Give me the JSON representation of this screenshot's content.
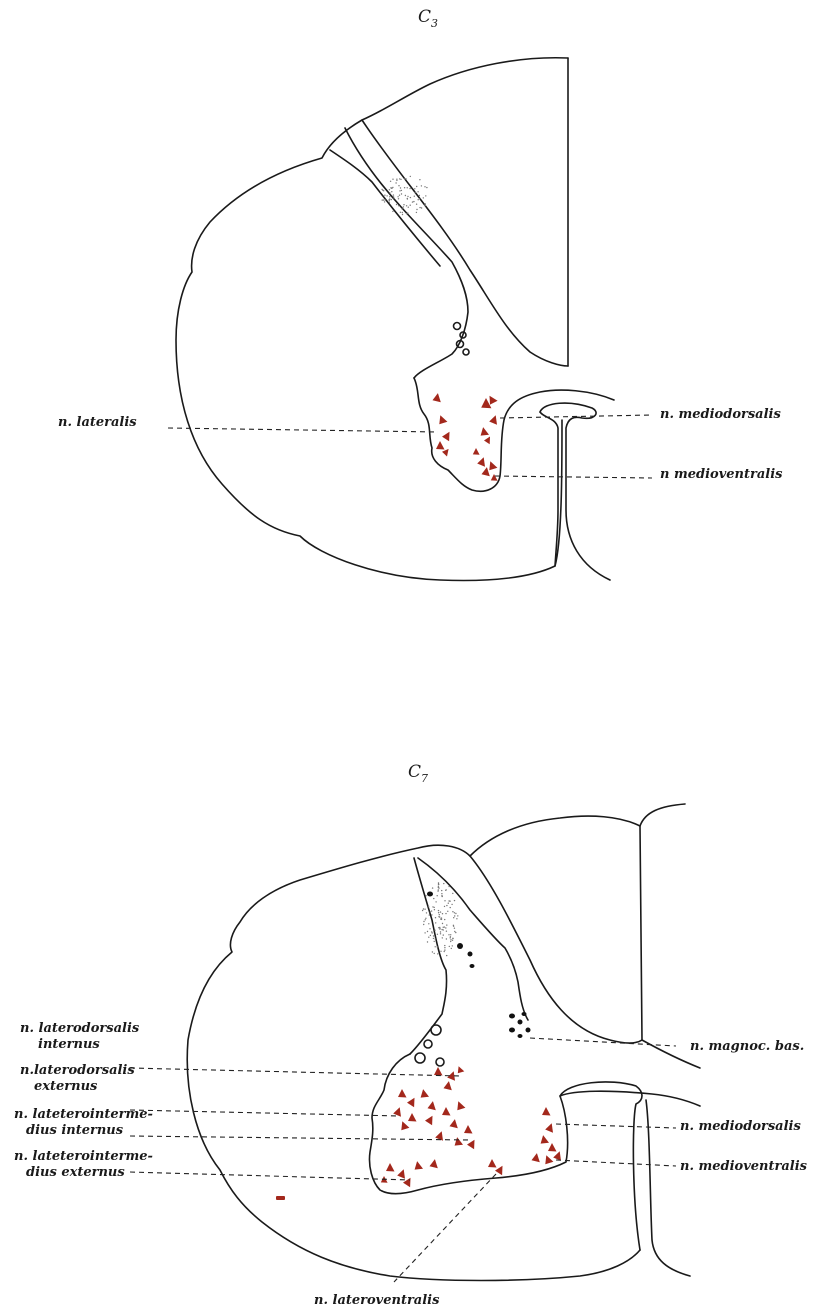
{
  "colors": {
    "outline": "#1a1a1a",
    "nucleus_cells": "#a3281c",
    "black_cells": "#111111",
    "background": "#ffffff"
  },
  "sections": [
    {
      "segment": "C",
      "segment_subscript": "3",
      "labels": {
        "lateralis": "n. lateralis",
        "mediodorsalis": "n. mediodorsalis",
        "medioventralis": "n  medioventralis"
      }
    },
    {
      "segment": "C",
      "segment_subscript": "7",
      "labels": {
        "laterodorsalis_internus_1": "n. laterodorsalis",
        "laterodorsalis_internus_2": "internus",
        "laterodorsalis_externus_1": "n.laterodorsalis",
        "laterodorsalis_externus_2": "externus",
        "lateterointermedius_internus_1": "n. lateterointerme-",
        "lateterointermedius_internus_2": "dius internus",
        "lateterointermedius_externus_1": "n. lateterointerme-",
        "lateterointermedius_externus_2": "dius externus",
        "magnoc_bas": "n. magnoc. bas.",
        "mediodorsalis": "n. mediodorsalis",
        "medioventralis": "n. medioventralis",
        "lateroventralis": "n. lateroventralis"
      }
    }
  ]
}
